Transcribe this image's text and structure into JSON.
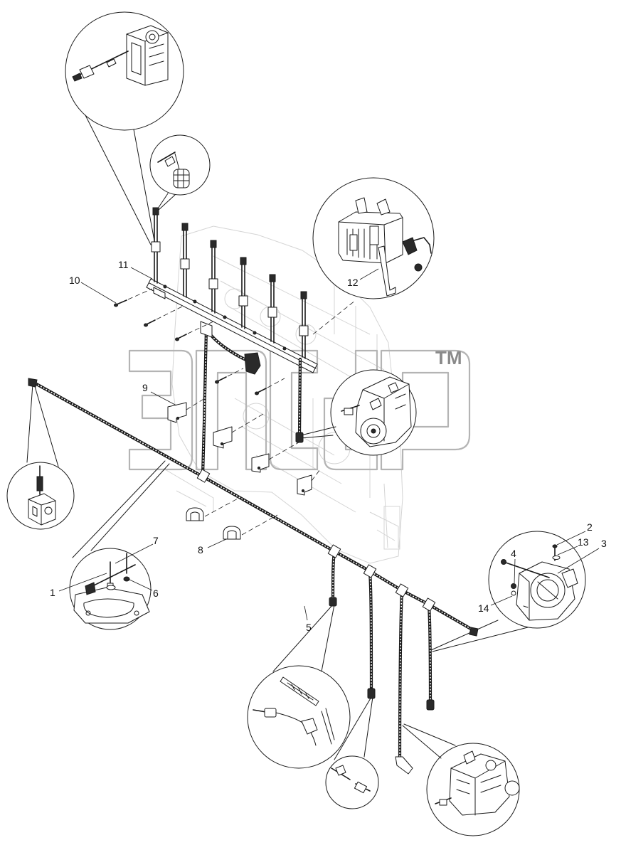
{
  "diagram": {
    "callouts": [
      "1",
      "2",
      "3",
      "4",
      "5",
      "6",
      "7",
      "8",
      "9",
      "10",
      "11",
      "12",
      "13",
      "14"
    ],
    "watermark_tm": "TM"
  },
  "colors": {
    "line": "#1a1a1a",
    "watermark": "#b4b4b4",
    "background_detail": "#d4d4d4",
    "background": "#ffffff"
  }
}
